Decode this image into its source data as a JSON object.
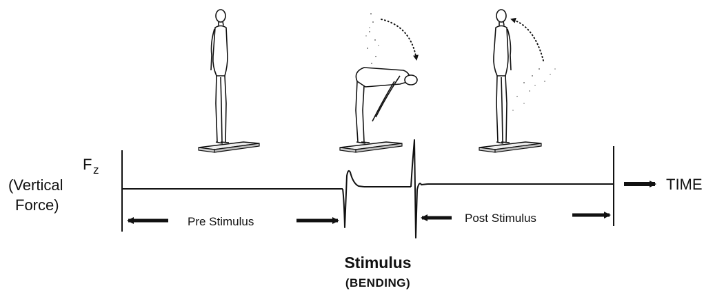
{
  "axis": {
    "y_symbol": "F",
    "y_subscript": "z",
    "y_desc_line1": "(Vertical",
    "y_desc_line2": "Force)",
    "x_label": "TIME"
  },
  "phases": {
    "pre": "Pre Stimulus",
    "post": "Post Stimulus",
    "stimulus": "Stimulus",
    "stimulus_sub": "(BENDING)"
  },
  "figures": [
    {
      "pose": "standing-upright",
      "name": "figure-standing-pre"
    },
    {
      "pose": "bending-forward",
      "name": "figure-bending"
    },
    {
      "pose": "standing-upright-return",
      "name": "figure-standing-post"
    }
  ],
  "signal": {
    "trace": "vertical-force-over-time",
    "events": [
      "pre-stimulus baseline",
      "bending onset spike",
      "elevated plateau",
      "return spike",
      "post-stimulus baseline"
    ]
  },
  "colors": {
    "ink": "#111111",
    "background": "#ffffff",
    "plate": "#e8e8e8"
  }
}
